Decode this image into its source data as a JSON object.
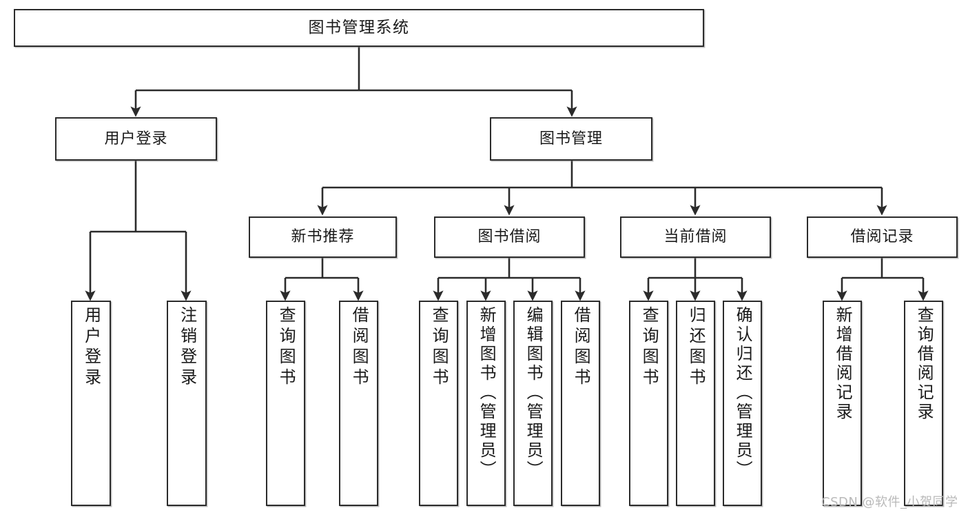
{
  "diagram": {
    "title": "图书管理系统",
    "type": "tree-hierarchy-diagram",
    "watermark": "CSDN @软件_小贺同学",
    "colors": {
      "box_border": "#2b2b2b",
      "box_fill": "#ffffff",
      "connector": "#2b2b2b",
      "text": "#1a1a1a",
      "watermark": "#b9b9b9"
    },
    "levels": {
      "root": {
        "label": "图书管理系统"
      },
      "level2": [
        {
          "label": "用户登录"
        },
        {
          "label": "图书管理"
        }
      ],
      "level3": [
        {
          "label": "新书推荐"
        },
        {
          "label": "图书借阅"
        },
        {
          "label": "当前借阅"
        },
        {
          "label": "借阅记录"
        }
      ],
      "leaves": {
        "user_login": [
          {
            "label": "用户登录"
          },
          {
            "label": "注销登录"
          }
        ],
        "new_book_recommend": [
          {
            "label": "查询图书"
          },
          {
            "label": "借阅图书"
          }
        ],
        "book_borrow": [
          {
            "label": "查询图书"
          },
          {
            "label": "新增图书（管理员）"
          },
          {
            "label": "编辑图书（管理员）"
          },
          {
            "label": "借阅图书"
          }
        ],
        "current_borrow": [
          {
            "label": "查询图书"
          },
          {
            "label": "归还图书"
          },
          {
            "label": "确认归还（管理员）"
          }
        ],
        "borrow_record": [
          {
            "label": "新增借阅记录"
          },
          {
            "label": "查询借阅记录"
          }
        ]
      }
    }
  }
}
